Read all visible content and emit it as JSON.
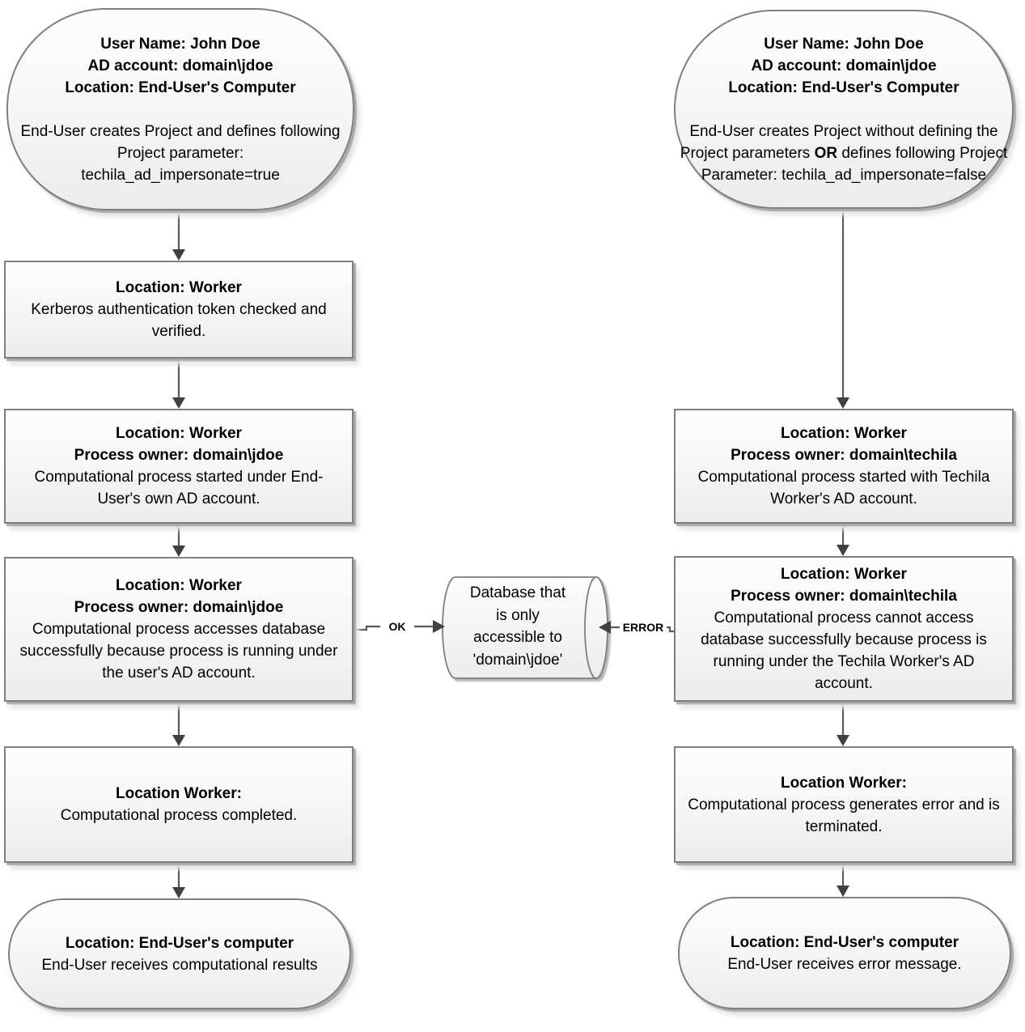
{
  "diagram": {
    "left": {
      "nodes": [
        {
          "titles": [
            "User Name: John Doe",
            "AD account: domain\\jdoe",
            "Location: End-User's Computer"
          ],
          "body": "End-User creates Project and defines following Project parameter: techila_ad_impersonate=true"
        },
        {
          "titles": [
            "Location: Worker"
          ],
          "body": "Kerberos authentication token checked and verified."
        },
        {
          "titles": [
            "Location: Worker",
            "Process owner: domain\\jdoe"
          ],
          "body": "Computational process started under End-User's own AD account."
        },
        {
          "titles": [
            "Location: Worker",
            "Process owner: domain\\jdoe"
          ],
          "body": "Computational process accesses database successfully because process is running under the user's AD account."
        },
        {
          "titles": [
            "Location Worker:"
          ],
          "body": "Computational process completed."
        },
        {
          "titles": [
            "Location: End-User's computer"
          ],
          "body": "End-User receives computational results"
        }
      ]
    },
    "right": {
      "nodes": [
        {
          "titles": [
            "User Name: John Doe",
            "AD account: domain\\jdoe",
            "Location: End-User's Computer"
          ],
          "body_pre": "End-User creates Project without defining the Project parameters ",
          "body_bold": "OR",
          "body_post": " defines following Project Parameter: techila_ad_impersonate=false"
        },
        {
          "titles": [
            "Location: Worker",
            "Process owner: domain\\techila"
          ],
          "body": "Computational process started with Techila Worker's AD account."
        },
        {
          "titles": [
            "Location: Worker",
            "Process owner: domain\\techila"
          ],
          "body": "Computational process cannot access database successfully because process is running under the Techila Worker's AD account."
        },
        {
          "titles": [
            "Location Worker:"
          ],
          "body": "Computational process generates error and is terminated."
        },
        {
          "titles": [
            "Location: End-User's computer"
          ],
          "body": "End-User receives error message."
        }
      ]
    },
    "database": {
      "lines": [
        "Database that",
        "is only",
        "accessible to",
        "'domain\\jdoe'"
      ]
    },
    "edge_labels": {
      "ok": "OK",
      "error": "ERROR"
    },
    "colors": {
      "node_border": "#7f7f7f",
      "connector_line": "#595959",
      "arrowhead": "#404040",
      "fill_top": "#fdfdfd",
      "fill_bottom": "#ececec"
    }
  }
}
